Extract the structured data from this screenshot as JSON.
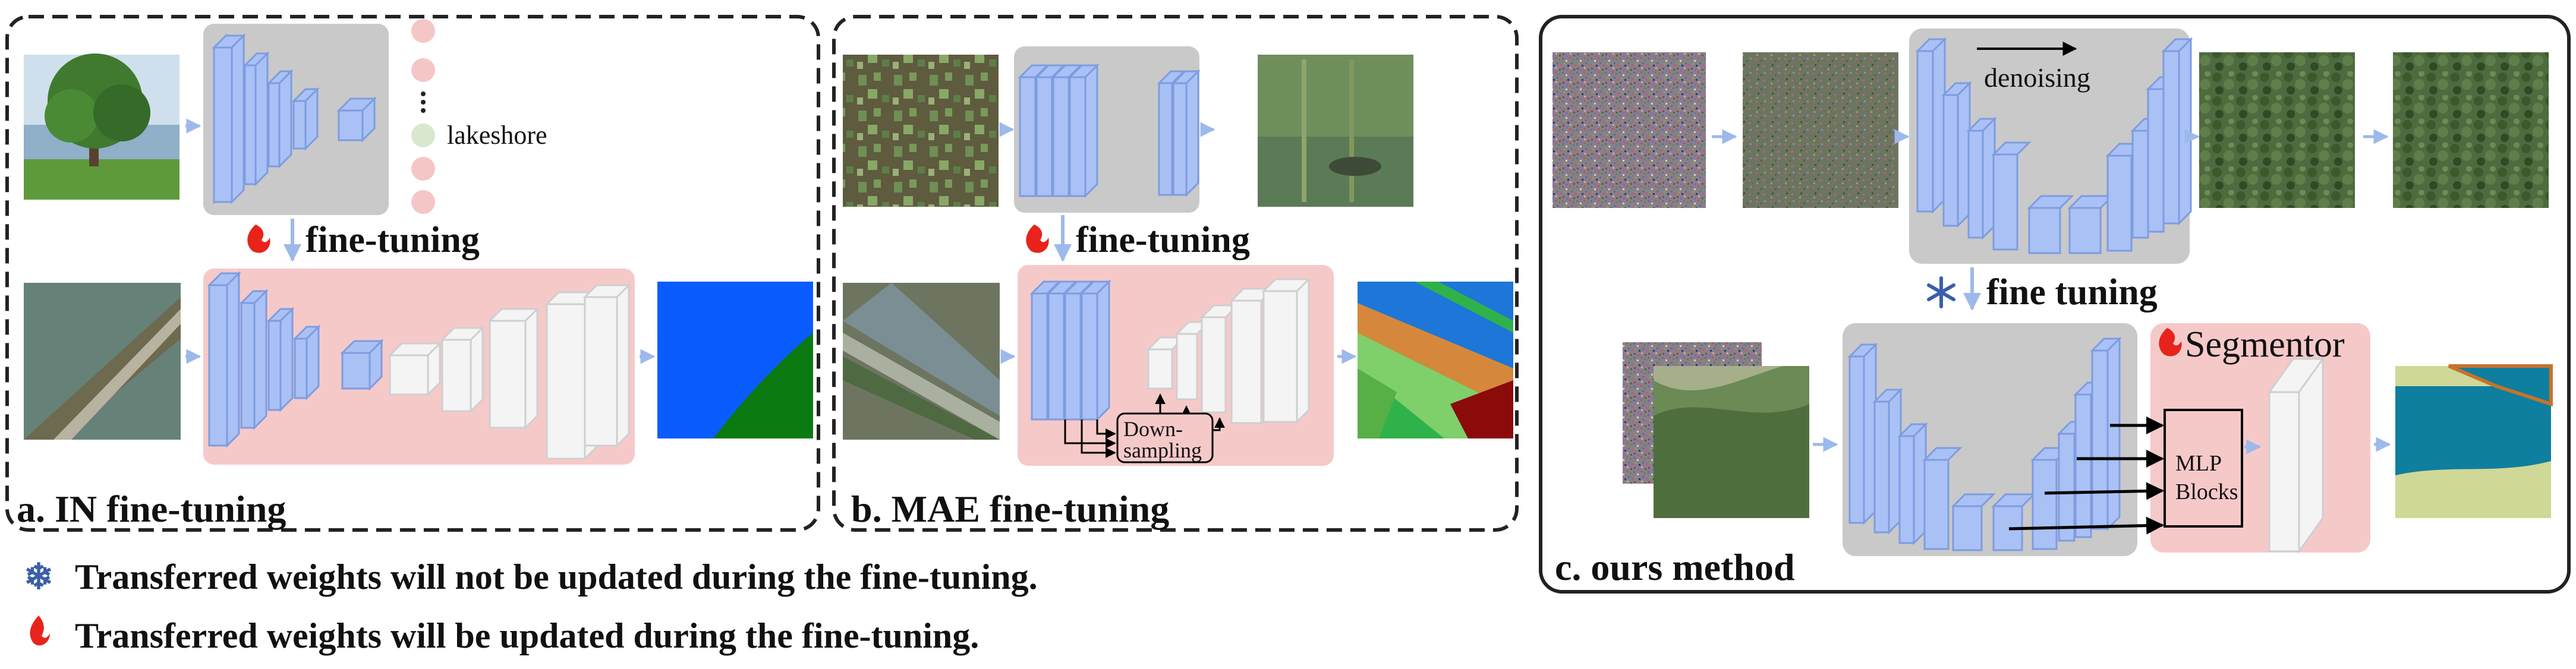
{
  "panels": {
    "a": {
      "label": "a. IN fine-tuning",
      "class_label": "lakeshore",
      "fine_tuning_label": "fine-tuning"
    },
    "b": {
      "label": "b. MAE fine-tuning",
      "fine_tuning_label": "fine-tuning",
      "downsampling_label_1": "Down-",
      "downsampling_label_2": "sampling"
    },
    "c": {
      "label": "c. ours method",
      "denoising_label": "denoising",
      "fine_tuning_label": "fine tuning",
      "segmentor_label": "Segmentor",
      "mlp_label_1": "MLP",
      "mlp_label_2": "Blocks"
    }
  },
  "legend": {
    "frozen_text": "Transferred weights will not be updated during the fine-tuning.",
    "trainable_text": "Transferred weights will be updated during the fine-tuning."
  },
  "colors": {
    "encoder_blue": "#a9c1f5",
    "decoder_white": "#f2f2f2",
    "backbone_gray": "#c9c9c9",
    "head_pink": "#f6c9c9",
    "arrow_blue": "#9db9ec",
    "flame": "#e8231b",
    "snowflake": "#3b5ea8"
  },
  "icons": {
    "frozen": "snowflake-icon",
    "trainable": "flame-icon"
  }
}
